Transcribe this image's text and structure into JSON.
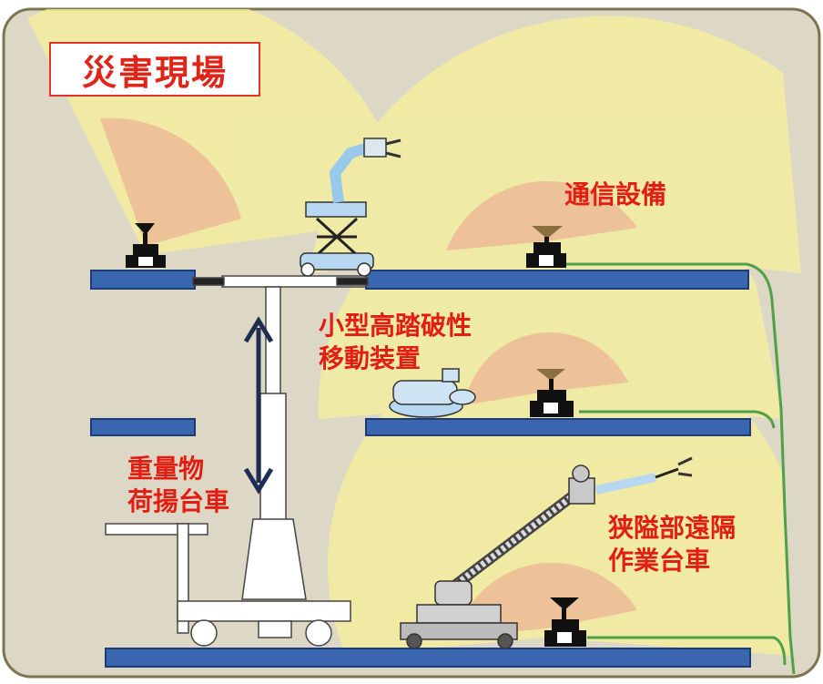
{
  "title": "災害現場",
  "labels": {
    "communication": "通信設備",
    "small_robot_line1": "小型高踏破性",
    "small_robot_line2": "移動装置",
    "heavy_line1": "重量物",
    "heavy_line2": "荷揚台車",
    "narrow_line1": "狭隘部遠隔",
    "narrow_line2": "作業台車"
  },
  "colors": {
    "background": "#ddd8c6",
    "frame": "#7d7450",
    "floor_blue": "#3a66b0",
    "coverage_outer": "#f3ee92",
    "coverage_inner": "#ebb58f",
    "label_red": "#e21d12",
    "cable_green": "#4fa048",
    "arrow_navy": "#1f2d52"
  }
}
